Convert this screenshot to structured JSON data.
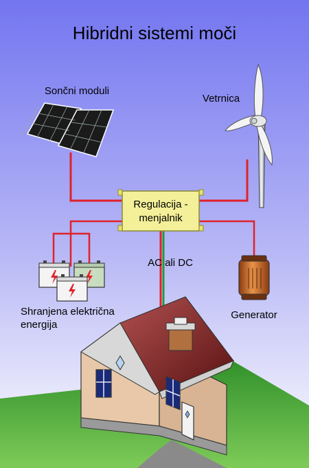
{
  "title": "Hibridni sistemi moči",
  "labels": {
    "solar": "Sončni moduli",
    "wind": "Vetrnica",
    "controller_line1": "Regulacija -",
    "controller_line2": "menjalnik",
    "current": "AC ali DC",
    "storage_line1": "Shranjena električna",
    "storage_line2": "energija",
    "generator": "Generator"
  },
  "colors": {
    "sky_top": "#7a7cf2",
    "sky_bottom": "#ffffff",
    "controller": "#f4f09a",
    "wire_red": "#e0222a",
    "wire_green": "#1f9a3a",
    "ground": "#3a9a2a",
    "roof": "#7a2020",
    "wall": "#e8c8a8",
    "battery": "#c8dcc0",
    "generator": "#c96a28"
  }
}
